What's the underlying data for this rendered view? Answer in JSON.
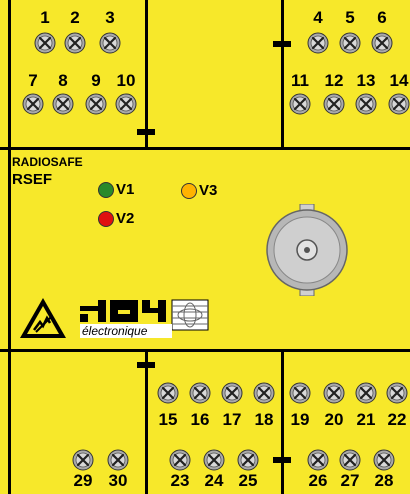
{
  "panel": {
    "brand_line": "RADIOSAFE",
    "model": "RSEF",
    "logo_text": "JAY",
    "logo_subtext": "électronique",
    "esd_icon": "esd-warning-triangle-icon",
    "connector_icon": "bnc-connector-icon"
  },
  "leds": [
    {
      "label": "V1",
      "color": "#2a8a2a"
    },
    {
      "label": "V2",
      "color": "#e01010"
    },
    {
      "label": "V3",
      "color": "#ffb300"
    }
  ],
  "terminals": {
    "top_left_row1": [
      "1",
      "2",
      "3"
    ],
    "top_left_row2": [
      "7",
      "8",
      "9",
      "10"
    ],
    "top_right_row1": [
      "4",
      "5",
      "6"
    ],
    "top_right_row2": [
      "11",
      "12",
      "13",
      "14"
    ],
    "bottom_mid": [
      "15",
      "16",
      "17",
      "18"
    ],
    "bottom_right": [
      "19",
      "20",
      "21",
      "22"
    ],
    "bottom_left": [
      "29",
      "30"
    ],
    "bottom_center": [
      "23",
      "24",
      "25"
    ],
    "bottom_right2": [
      "26",
      "27",
      "28"
    ]
  },
  "colors": {
    "housing": "#f7e82a",
    "outline": "#000000"
  }
}
